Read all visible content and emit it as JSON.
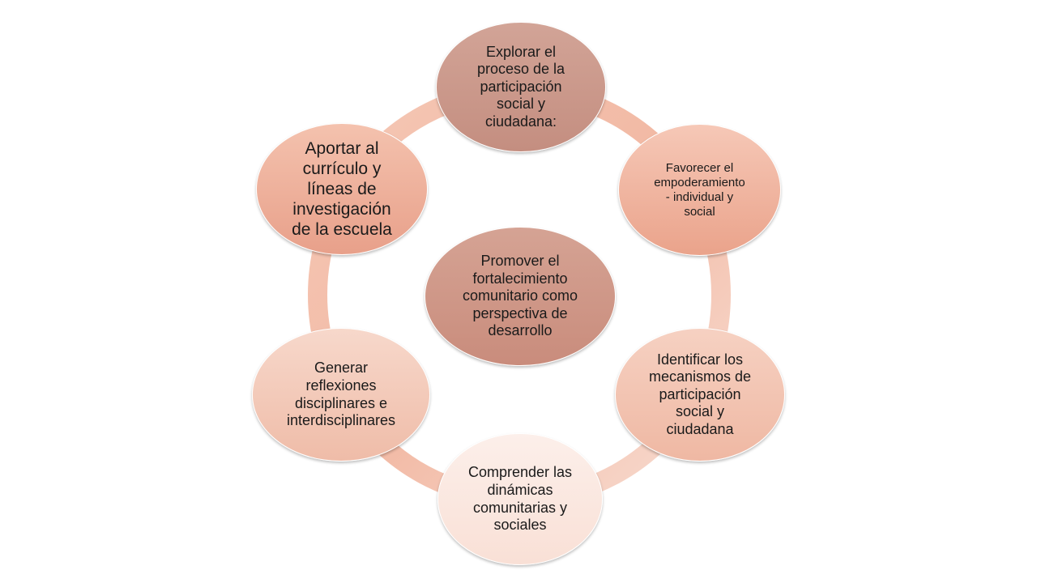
{
  "diagram": {
    "center": {
      "label": "Promover el\nfortalecimiento\ncomunitario como\nperspectiva de\ndesarrollo"
    },
    "nodes": [
      {
        "id": "top",
        "label": "Explorar el\nproceso de la\nparticipación\nsocial  y\nciudadana:"
      },
      {
        "id": "right",
        "label": "Favorecer el\nempoderamiento\n- individual y\nsocial"
      },
      {
        "id": "bottom-right",
        "label": "Identificar los\nmecanismos de\nparticipación\nsocial y\nciudadana"
      },
      {
        "id": "bottom",
        "label": "Comprender las\ndinámicas\ncomunitarias y\nsociales"
      },
      {
        "id": "bottom-left",
        "label": "Generar\nreflexiones\ndisciplinares  e\ninterdisciplinares"
      },
      {
        "id": "top-left",
        "label": "Aportar al\ncurrículo y\nlíneas de\ninvestigación\nde la escuela"
      }
    ],
    "colors": {
      "ring": "#f3c0ad",
      "ring_light": "#f8ddd2",
      "node_dark": "#c48e80",
      "node_mid": "#eaa38b",
      "node_light": "#f9e0d6"
    }
  }
}
